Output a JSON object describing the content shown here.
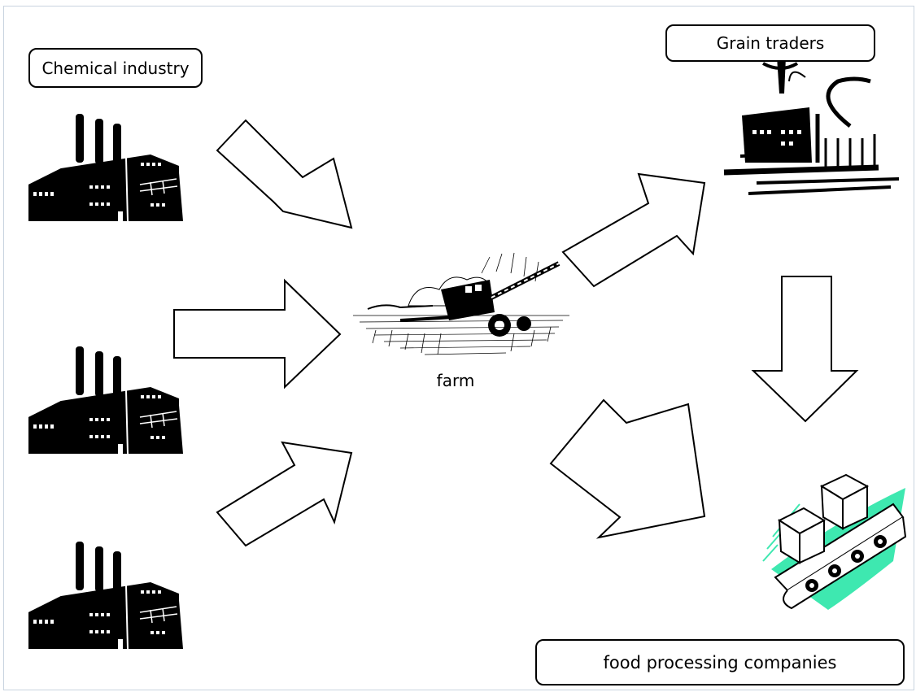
{
  "nodes": {
    "chemical_industry": "Chemical industry",
    "grain_traders": "Grain traders",
    "farm": "farm",
    "food_processing": "food processing companies"
  },
  "icons": {
    "factory": "factory-icon",
    "harvester": "combine-harvester-icon",
    "ship": "ship-icon",
    "conveyor": "conveyor-belt-icon"
  },
  "colors": {
    "conveyor_accent": "#3ee8b0",
    "frame": "#c8d3df"
  }
}
